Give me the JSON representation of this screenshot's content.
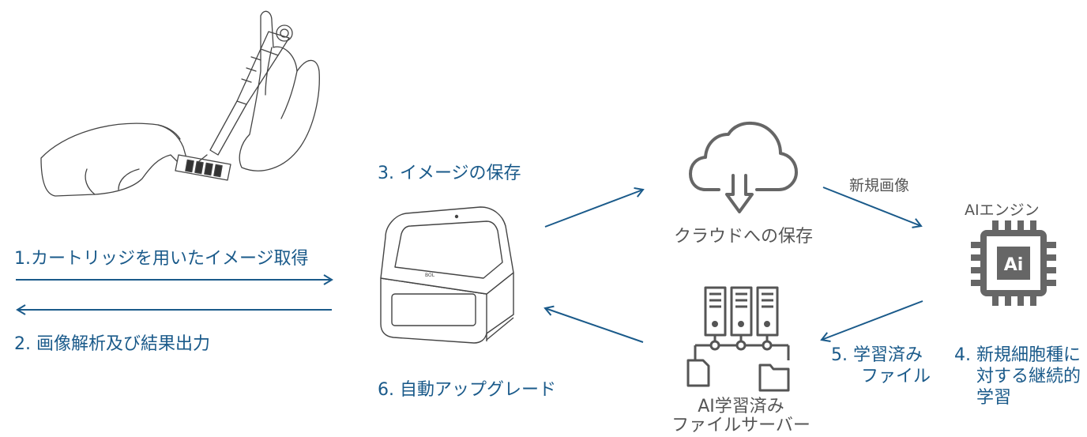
{
  "colors": {
    "accent": "#1a5a8a",
    "icon_gray": "#666666",
    "line_gray": "#555555"
  },
  "steps": {
    "step1": "1.カートリッジを用いたイメージ取得",
    "step2": "2. 画像解析及び結果出力",
    "step3": "3. イメージの保存",
    "step4_line1": "4. 新規細胞種に",
    "step4_line2": "対する継続的",
    "step4_line3": "学習",
    "step5_line1": "5. 学習済み",
    "step5_line2": "ファイル",
    "step6": "6. 自動アップグレード"
  },
  "nodes": {
    "cloud_label": "クラウドへの保存",
    "new_image_label": "新規画像",
    "ai_engine_label": "AIエンジン",
    "ai_chip_text": "Ai",
    "server_line1": "AI学習済み",
    "server_line2": "ファイルサーバー",
    "device_brand": "BOL"
  },
  "icons": {
    "hands": "pipette-hands-illustration",
    "device": "analyzer-device-illustration",
    "cloud": "cloud-download-icon",
    "chip": "ai-chip-icon",
    "server": "file-server-icon"
  }
}
